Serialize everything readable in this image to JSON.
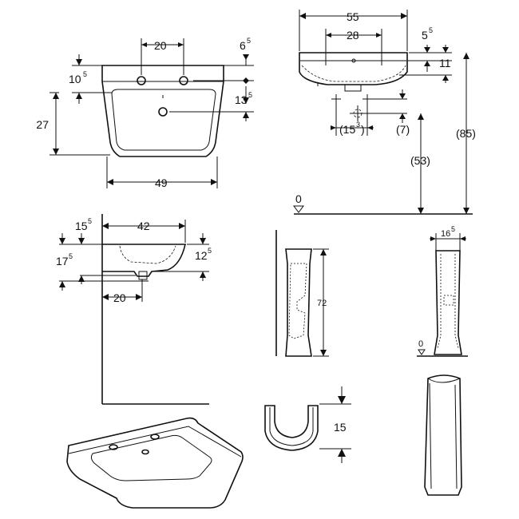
{
  "front_view": {
    "tap_spacing": "20",
    "top_offset": "6",
    "top_offset_sup": "5",
    "left_offset": "10",
    "left_offset_sup": "5",
    "right_offset": "13",
    "right_offset_sup": "5",
    "height": "27",
    "width_bottom": "49"
  },
  "side_view_top": {
    "overall_width": "55",
    "tap_spacing": "28",
    "rim_offset": "5",
    "rim_offset_sup": "5",
    "bowl_depth": "11",
    "waste_offset": "(15",
    "waste_offset_sup": "3",
    "waste_offset_close": ")",
    "waste_height": "(7)",
    "outlet_height": "(53)",
    "rim_height": "(85)",
    "floor_level": "0"
  },
  "plan_view": {
    "projection_back": "15",
    "projection_back_sup": "5",
    "depth": "42",
    "side_left": "17",
    "side_left_sup": "5",
    "side_right": "12",
    "side_right_sup": "5",
    "tap_from_wall": "20"
  },
  "pedestal": {
    "height": "72",
    "depth": "16",
    "depth_sup": "5",
    "floor_level": "0"
  },
  "semi_pedestal": {
    "overlap": "15"
  }
}
